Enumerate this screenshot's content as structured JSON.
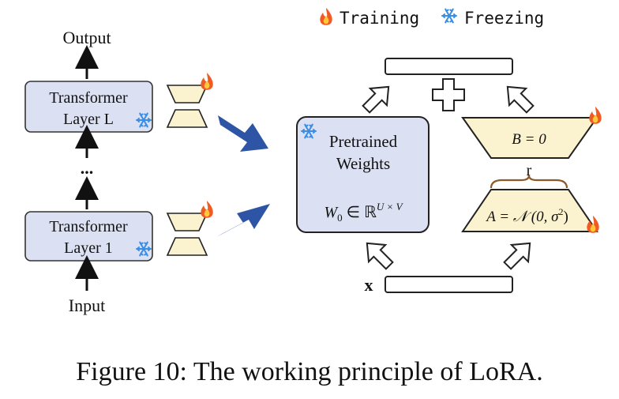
{
  "legend": {
    "training_label": "Training",
    "freezing_label": "Freezing",
    "training_icon": "fire-icon",
    "freezing_icon": "snowflake-icon"
  },
  "left_stack": {
    "output_label": "Output",
    "top_layer": {
      "line1": "Transformer",
      "line2": "Layer L"
    },
    "ellipsis": "...",
    "bottom_layer": {
      "line1": "Transformer",
      "line2": "Layer 1"
    },
    "input_label": "Input"
  },
  "pretrained": {
    "line1": "Pretrained",
    "line2": "Weights",
    "formula_w": "W",
    "formula_sub": "0",
    "formula_in": " ∈ ℝ",
    "formula_sup": "U × V"
  },
  "lora": {
    "b_label": "B = 0",
    "rank_label": "r",
    "a_label": "A = 𝒩 (0, σ",
    "a_sup": "2",
    "a_close": ")"
  },
  "input_x_label": "x",
  "caption": "Figure 10: The working principle of LoRA.",
  "colors": {
    "layer_fill": "#dbe1f3",
    "adapter_fill": "#fbf2cf",
    "big_arrow": "#2e55a5",
    "snowflake": "#3a8ee6",
    "flame_outer": "#f15a22",
    "flame_inner": "#ffc83d"
  }
}
